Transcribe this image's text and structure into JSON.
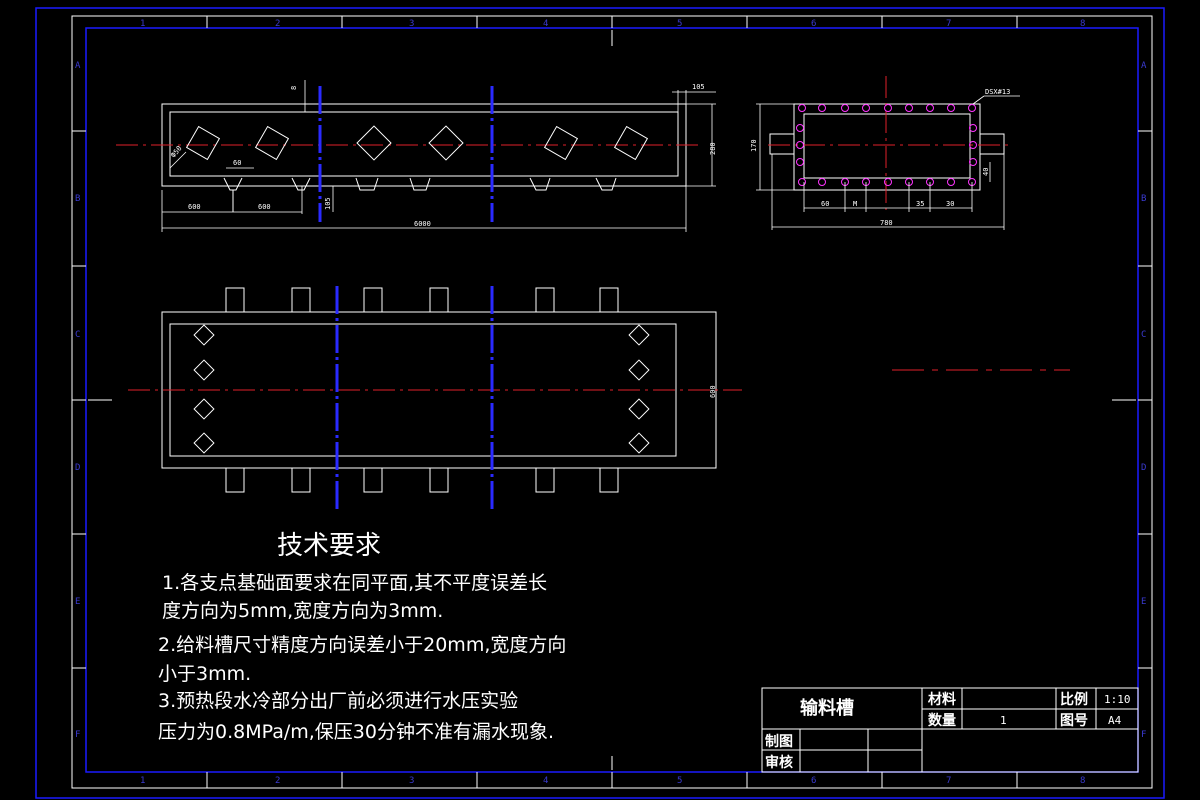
{
  "border": {
    "col_labels": [
      "1",
      "2",
      "3",
      "4",
      "5",
      "6",
      "7",
      "8"
    ],
    "row_labels": [
      "A",
      "B",
      "C",
      "D",
      "E",
      "F"
    ]
  },
  "front_view": {
    "dims": {
      "top_small": "8",
      "right_small": "105",
      "bottom_small": "105",
      "height_right": "280",
      "pipe_dia": "Ф50",
      "pitch_inner": "60",
      "seg_a": "600",
      "seg_b": "600",
      "overall": "6000"
    }
  },
  "side_view": {
    "dims": {
      "callout": "DSX#13",
      "left_height": "170",
      "right_small": "40",
      "b1": "60",
      "b2": "M",
      "b3": "35",
      "b4": "30",
      "overall": "780"
    }
  },
  "plan_view": {
    "dims": {
      "width_right": "600"
    }
  },
  "tech_req": {
    "title": "技术要求",
    "lines": [
      "1.各支点基础面要求在同平面,其不平度误差长",
      "度方向为5mm,宽度方向为3mm.",
      "2.给料槽尺寸精度方向误差小于20mm,宽度方向",
      "小于3mm.",
      "3.预热段水冷部分出厂前必须进行水压实验",
      "压力为0.8MPa/m,保压30分钟不准有漏水现象."
    ]
  },
  "title_block": {
    "part_name": "输料槽",
    "material_label": "材料",
    "material_value": "",
    "scale_label": "比例",
    "scale_value": "1:10",
    "qty_label": "数量",
    "qty_value": "1",
    "drawing_no_label": "图号",
    "drawing_no_value": "A4",
    "drawn_label": "制图",
    "checked_label": "审核"
  },
  "colors": {
    "background": "#000000",
    "frame_blue": "#1a1aff",
    "geometry": "#ffffff",
    "centerline": "#e0202a",
    "axis_blue": "#2a2aff",
    "hole_magenta": "#ff33ff"
  }
}
